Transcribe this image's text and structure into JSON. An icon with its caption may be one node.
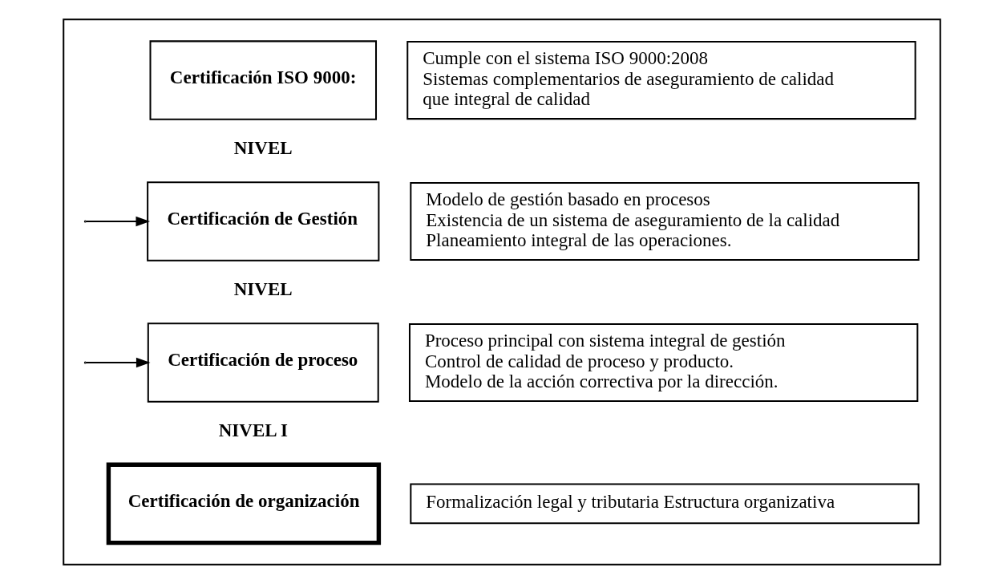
{
  "diagram": {
    "nodes": [
      {
        "text": [],
        "shape": "box"
      },
      {
        "text": [
          "Certificación ISO 9000:"
        ],
        "in": 0
      },
      {
        "text": [
          "Cumple con el sistema ISO 9000:2008",
          "Sistemas complementarios de aseguramiento de calidad",
          "que integral de calidad"
        ],
        "in": 0
      },
      {
        "text": [
          "Certificación de Gestión"
        ],
        "in": 0
      },
      {
        "text": [
          "Modelo de gestión basado en procesos",
          "Existencia de un sistema de aseguramiento de la calidad",
          "Planeamiento integral de las operaciones."
        ],
        "in": 0
      },
      {
        "text": [
          "Certificación de proceso"
        ],
        "in": 0
      },
      {
        "text": [
          "Proceso principal con sistema integral de gestión",
          "Control de calidad de proceso y producto.",
          "Modelo de la acción correctiva por la dirección."
        ],
        "in": 0
      },
      {
        "text": [
          "Certificación de organización"
        ],
        "in": 0
      },
      {
        "text": [
          "Formalización legal y tributaria Estructura organizativa"
        ],
        "in": 0
      }
    ],
    "edges": [
      {
        "from": null,
        "to": 3,
        "arrow": "to"
      },
      {
        "from": null,
        "to": 5,
        "arrow": "to"
      }
    ],
    "labels": [
      "NIVEL",
      "NIVEL",
      "NIVEL I"
    ]
  }
}
